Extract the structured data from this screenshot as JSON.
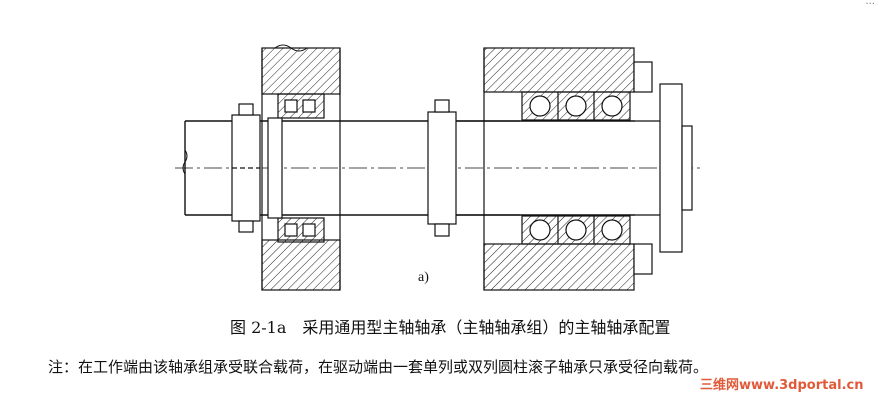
{
  "subfigure_label": "a)",
  "caption": {
    "figure_number": "图 2-1a",
    "title": "采用通用型主轴轴承（主轴轴承组）的主轴轴承配置"
  },
  "note": "注：在工作端由该轴承组承受联合载荷，在驱动端由一套单列或双列圆柱滚子轴承只承受径向载荷。",
  "watermark": "三维网www.3dportal.cn",
  "top_mark": "···"
}
